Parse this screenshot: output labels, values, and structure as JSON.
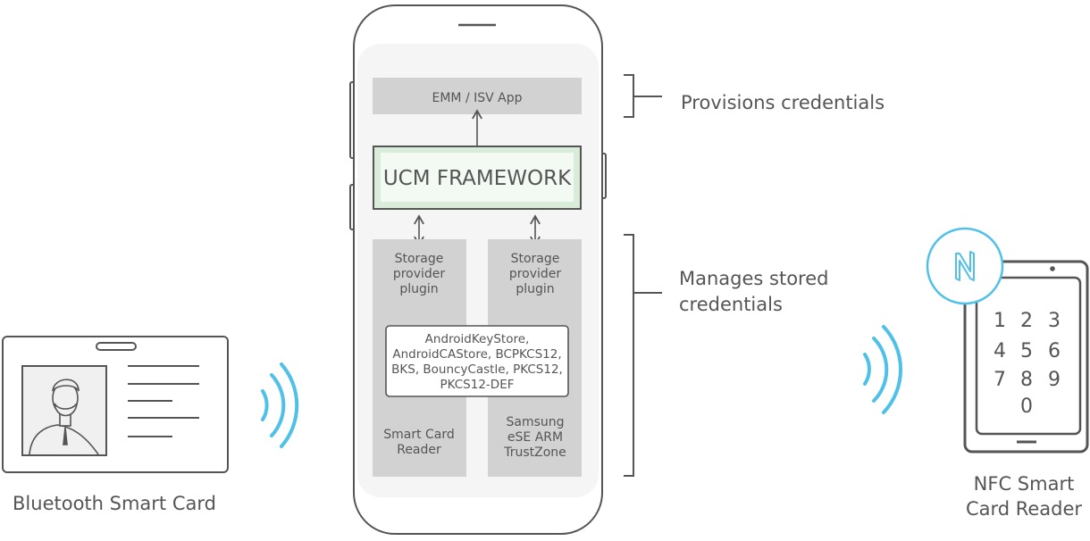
{
  "app_box": {
    "label": "EMM / ISV App"
  },
  "framework": {
    "label": "UCM FRAMEWORK"
  },
  "plugins": {
    "left": {
      "line1": "Storage",
      "line2": "provider",
      "line3": "plugin",
      "bottom1": "Smart Card",
      "bottom2": "Reader"
    },
    "right": {
      "line1": "Storage",
      "line2": "provider",
      "line3": "plugin",
      "bottom1": "Samsung",
      "bottom2": "eSE ARM",
      "bottom3": "TrustZone"
    }
  },
  "keystores": {
    "line1": "AndroidKeyStore,",
    "line2": "AndroidCAStore, BCPKCS12,",
    "line3": "BKS, BouncyCastle, PKCS12,",
    "line4": "PKCS12-DEF"
  },
  "annotations": {
    "provisions": "Provisions credentials",
    "manages1": "Manages stored",
    "manages2": "credentials"
  },
  "bluetooth_card": {
    "caption": "Bluetooth Smart Card"
  },
  "nfc_reader": {
    "caption1": "NFC Smart",
    "caption2": "Card Reader",
    "keys": [
      "1",
      "2",
      "3",
      "4",
      "5",
      "6",
      "7",
      "8",
      "9",
      "0"
    ]
  },
  "colors": {
    "stroke": "#555555",
    "box_gray": "#d2d2d2",
    "phone_screen": "#f5f5f6",
    "framework_fill": "#d8ecd9",
    "wave_blue": "#4fc1e9"
  }
}
